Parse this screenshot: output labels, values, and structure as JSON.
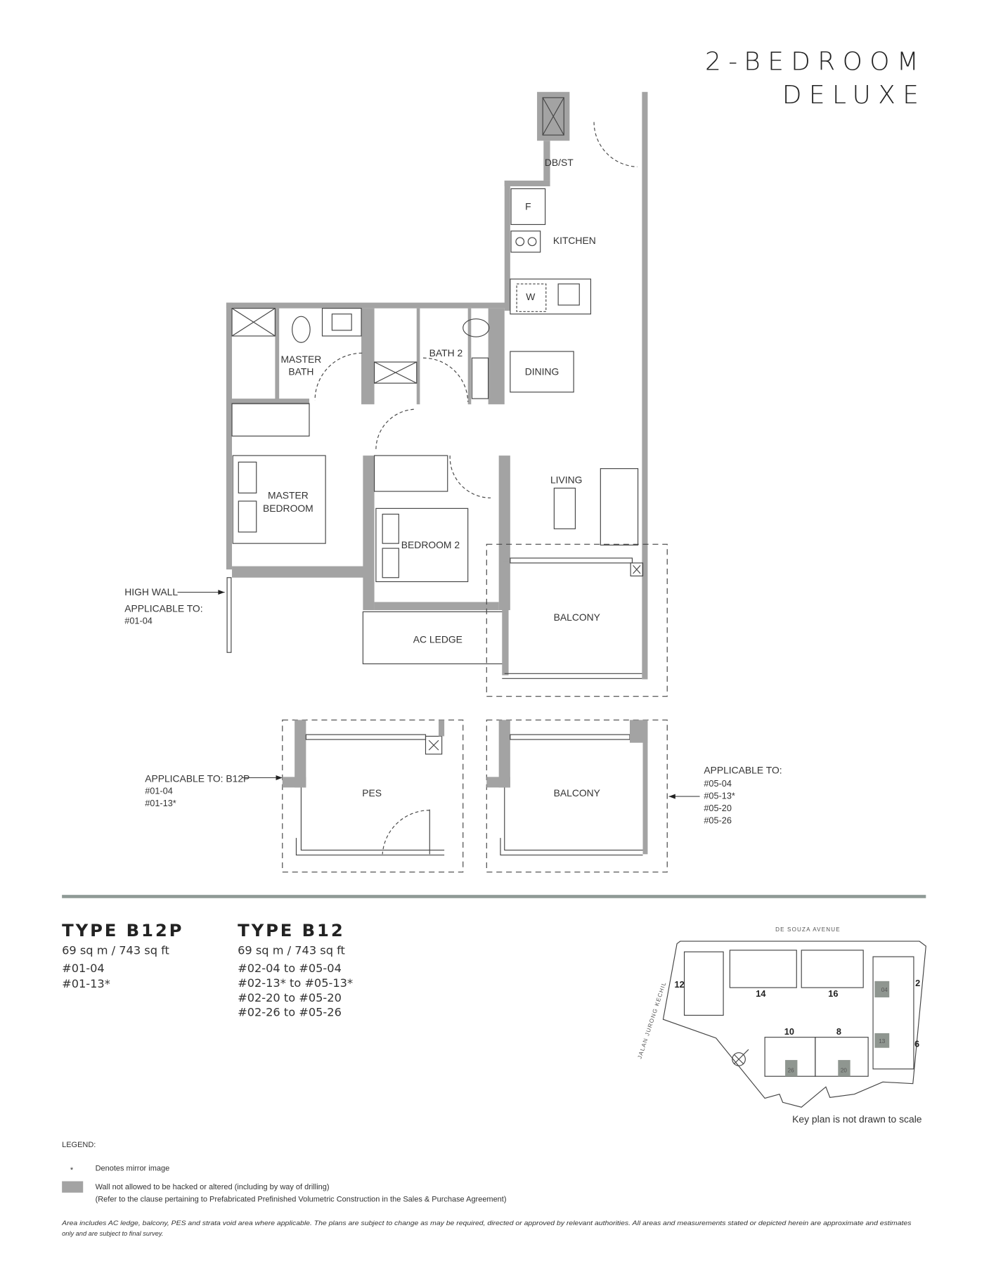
{
  "header": {
    "title_line1": "2-BEDROOM",
    "title_line2": "DELUXE"
  },
  "plan": {
    "rooms": {
      "kitchen": "KITCHEN",
      "dbst": "DB/ST",
      "fridge": "F",
      "washer": "W",
      "master_bath_1": "MASTER",
      "master_bath_2": "BATH",
      "bath2": "BATH 2",
      "dining": "DINING",
      "master_bedroom_1": "MASTER",
      "master_bedroom_2": "BEDROOM",
      "bedroom2": "BEDROOM 2",
      "living": "LIVING",
      "balcony": "BALCONY",
      "ac_ledge": "AC LEDGE",
      "pes": "PES",
      "balcony_alt": "BALCONY"
    },
    "notes": {
      "high_wall": "HIGH WALL",
      "high_wall_applicable": "APPLICABLE TO:",
      "high_wall_units": [
        "#01-04"
      ],
      "pes_applicable": "APPLICABLE TO: B12P",
      "pes_units": [
        "#01-04",
        "#01-13*"
      ],
      "balcony_applicable": "APPLICABLE TO:",
      "balcony_units": [
        "#05-04",
        "#05-13*",
        "#05-20",
        "#05-26"
      ]
    }
  },
  "types": [
    {
      "name": "TYPE B12P",
      "area": "69 sq m / 743 sq ft",
      "units": [
        "#01-04",
        "#01-13*"
      ]
    },
    {
      "name": "TYPE B12",
      "area": "69 sq m / 743 sq ft",
      "units": [
        "#02-04 to #05-04",
        "#02-13* to #05-13*",
        "#02-20 to #05-20",
        "#02-26 to #05-26"
      ]
    }
  ],
  "key_plan": {
    "road_top": "DE SOUZA AVENUE",
    "road_left": "JALAN JURONG KECHIL",
    "blocks": [
      "12",
      "14",
      "16",
      "2",
      "10",
      "8",
      "6"
    ],
    "highlighted_units": [
      "04",
      "13",
      "26",
      "20"
    ],
    "highlight_color": "#8f9690",
    "caption": "Key plan is not drawn to scale"
  },
  "legend": {
    "title": "LEGEND:",
    "items": [
      {
        "symbol": "*",
        "text": "Denotes mirror image"
      },
      {
        "symbol": "gray-swatch",
        "text": "Wall not allowed to be hacked or altered (including by way of drilling)",
        "text2": "(Refer to the clause pertaining to Prefabricated Prefinished Volumetric Construction in the Sales & Purchase Agreement)"
      }
    ]
  },
  "disclaimer": {
    "line1": "Area includes AC ledge, balcony, PES and strata void area where applicable. The plans are subject to change as may be required, directed or approved by relevant authorities. All areas and measurements stated or depicted herein are approximate and estimates",
    "line2": "only and are subject to final survey."
  },
  "colors": {
    "wall": "#a3a3a3",
    "divider": "#8f9a96"
  }
}
